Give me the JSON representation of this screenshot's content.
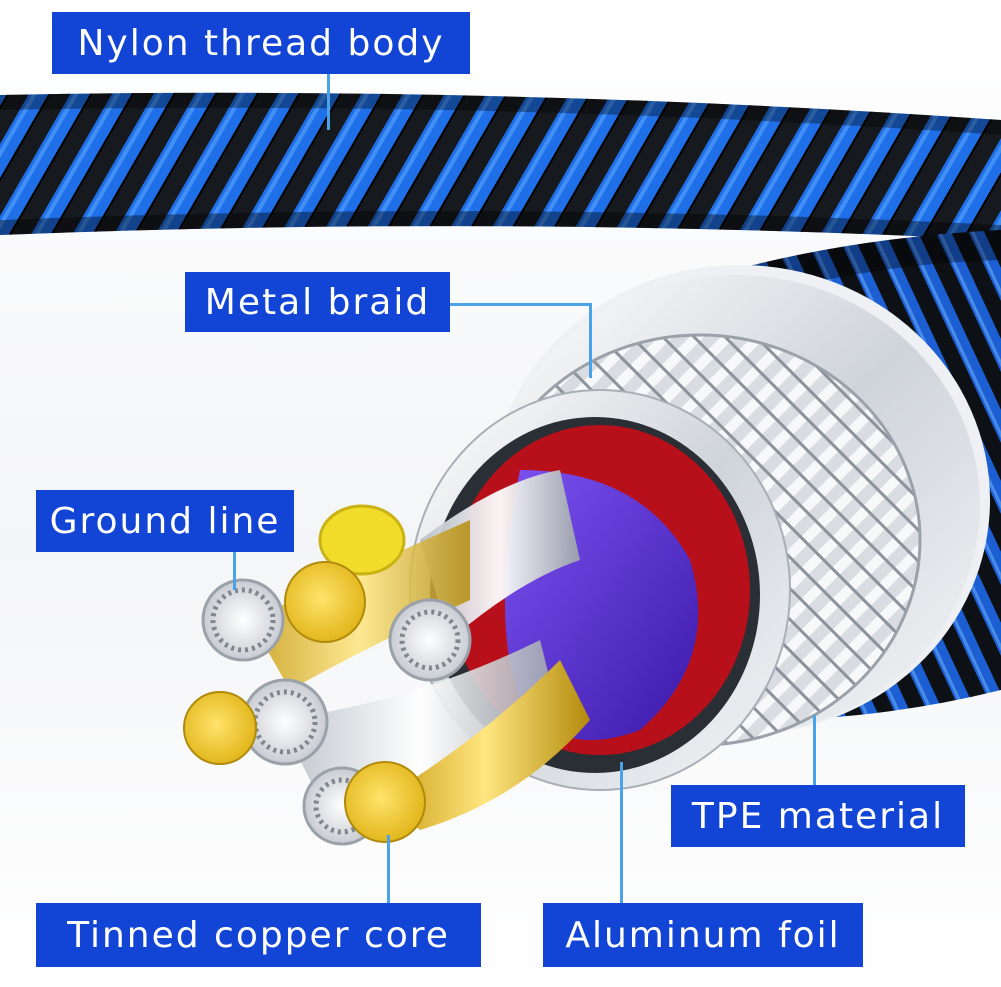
{
  "labels": {
    "nylon": "Nylon thread body",
    "braid": "Metal braid",
    "ground": "Ground line",
    "tpe": "TPE material",
    "copper": "Tinned copper core",
    "foil": "Aluminum foil"
  },
  "colors": {
    "label_bg": "#1245d6",
    "label_text": "#ffffff",
    "leader": "#4aa3e8",
    "braid_blue": "#1e6fe8",
    "braid_black": "#111418",
    "insulation_purple": "#5b2fd6",
    "copper_yellow": "#f2cc2a"
  }
}
